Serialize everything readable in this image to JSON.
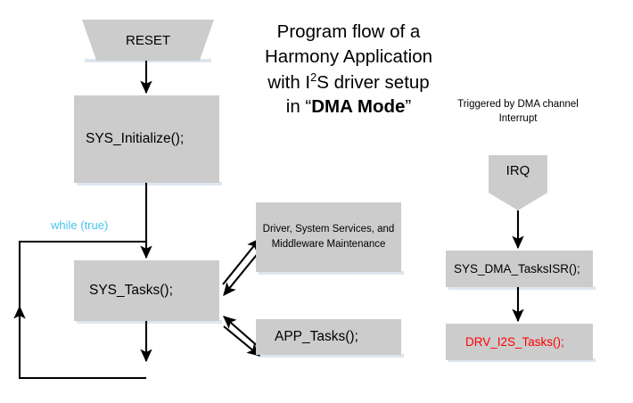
{
  "title": {
    "line1": "Program flow of a",
    "line2": "Harmony Application",
    "line3_pre": "with I",
    "line3_sup": "2",
    "line3_post": "S driver setup",
    "line4_pre": "in “",
    "line4_bold": "DMA Mode",
    "line4_post": "”"
  },
  "nodes": {
    "reset": "RESET",
    "sys_initialize": "SYS_Initialize();",
    "sys_tasks": "SYS_Tasks();",
    "middleware": "Driver, System Services, and Middleware Maintenance",
    "app_tasks": "APP_Tasks();",
    "irq": "IRQ",
    "sys_dma_tasks_isr": "SYS_DMA_TasksISR();",
    "drv_i2s_tasks": "DRV_I2S_Tasks();"
  },
  "labels": {
    "while_loop": "while (true)",
    "irq_caption": "Triggered by DMA channel Interrupt"
  },
  "colors": {
    "node_fill": "#cccccc",
    "node_shadow": "#d8e2ec",
    "stroke": "#000000",
    "loop_label": "#45c3ef",
    "highlight_text": "#ff0000",
    "background": "#ffffff"
  }
}
